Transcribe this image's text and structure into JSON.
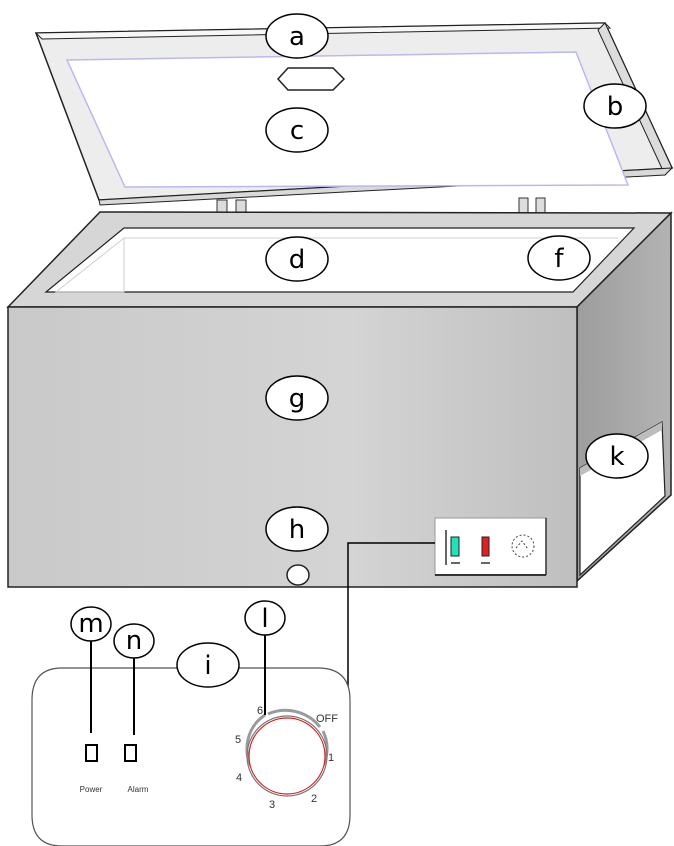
{
  "colors": {
    "cabinet_front": "#cfcfcf",
    "cabinet_side": "#a9a9a9",
    "lid_frame": "#eaeaea",
    "lid_seal": "#b9b9f0",
    "power_indicator": "#22e0b8",
    "alarm_indicator": "#e02020",
    "dial_scale_arc": "#9a9a9a",
    "dial_knob_ring": "#d42020"
  },
  "labels": {
    "a": "a",
    "b": "b",
    "c": "c",
    "d": "d",
    "f": "f",
    "g": "g",
    "h": "h",
    "i": "i",
    "k": "k",
    "l": "l",
    "m": "m",
    "n": "n"
  },
  "control_panel": {
    "power_label": "Power",
    "alarm_label": "Alarm",
    "dial_positions": [
      "OFF",
      "1",
      "2",
      "3",
      "4",
      "5",
      "6"
    ]
  }
}
